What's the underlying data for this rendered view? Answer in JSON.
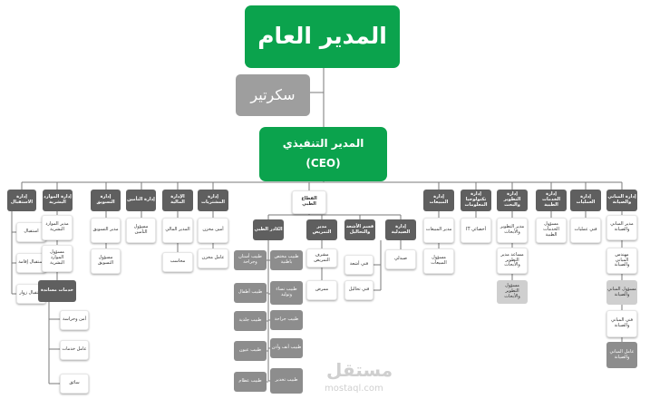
{
  "top": {
    "gm": "المدير العام",
    "secretary": "سكرتير",
    "ceo_line1": "المدير التنفيذي",
    "ceo_line2": "(CEO)"
  },
  "departments": {
    "d1": "إدارة الاستقبال",
    "d2": "إدارة الموارد البشرية",
    "d3": "إدارة التسويق",
    "d4": "إدارة التأمين",
    "d5": "الإدارة المالية",
    "d6": "إدارة المشتريات",
    "d7": "القطاع الطبي",
    "d8": "إدارة المبيعات",
    "d9": "إدارة تكنولوجيا المعلومات",
    "d10": "إدارة التطوير والبحث",
    "d11": "إدارة الخدمات الطبية",
    "d12": "إدارة العمليات",
    "d13": "إدارة المباني والصيانة"
  },
  "d1_items": [
    "استقبال",
    "استقبال إقامة",
    "استقبال زوار"
  ],
  "d2_items": [
    "مدير الموارد البشرية",
    "مسؤول الموارد البشرية",
    "خدمات مساندة"
  ],
  "d2_support": [
    "أمن وحراسة",
    "عامل خدمات",
    "سائق"
  ],
  "d3_items": [
    "مدير التسويق",
    "مسؤول التسويق"
  ],
  "d4_items": [
    "مسؤول التأمين"
  ],
  "d5_items": [
    "المدير المالي",
    "محاسب"
  ],
  "d6_items": [
    "أمين مخزن",
    "عامل مخزن"
  ],
  "medical": {
    "clinics_head": "الكادر الطبي",
    "clinics_left": [
      "طبيب أسنان وجراحة",
      "طبيب أطفال",
      "طبيب جلدية",
      "طبيب عيون",
      "طبيب عظام"
    ],
    "clinics_right": [
      "طبيب مختص باطنية",
      "طبيب نساء وتوليد",
      "طبيب جراحة",
      "طبيب أنف وأذن",
      "طبيب تخدير"
    ],
    "nursing_head": "مدير التمريض",
    "nursing": [
      "مشرف التمريض",
      "ممرض"
    ],
    "lab_head": "قسم الأشعة والتحاليل",
    "lab": [
      "فني أشعة",
      "فني تحاليل"
    ],
    "pharmacy_head": "إدارة الصيدلية",
    "pharmacy": [
      "صيدلي"
    ]
  },
  "d8_items": [
    "مدير المبيعات",
    "مسؤول المبيعات"
  ],
  "d9_items": [
    "أخصائي IT"
  ],
  "d10_items": [
    "مدير التطوير والأبحاث",
    "مساعد مدير التطوير والأبحاث",
    "مسؤول التطوير والأبحاث"
  ],
  "d11_items": [
    "مسؤول الخدمات الطبية"
  ],
  "d12_items": [
    "فني عمليات"
  ],
  "d13_items": [
    "مدير المباني والصيانة",
    "مهندس المباني والصيانة",
    "مسؤول المباني والصيانة",
    "فني المباني والصيانة",
    "عامل المباني والصيانة"
  ],
  "watermark": {
    "logo": "مستقل",
    "url": "mostaql.com"
  },
  "colors": {
    "primary": "#0ba34d",
    "secondary": "#9e9e9e",
    "header": "#5f5f5f",
    "line": "#7a7a7a"
  }
}
